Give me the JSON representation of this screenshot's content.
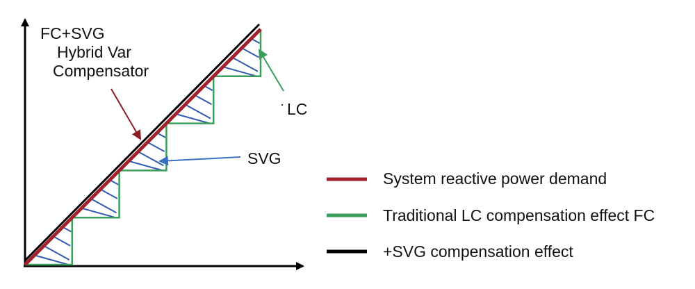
{
  "annotations": {
    "hybrid_line1": "FC+SVG",
    "hybrid_line2": "Hybrid Var",
    "hybrid_line3": "Compensator",
    "lc": "LC",
    "svg": "SVG"
  },
  "legend": [
    {
      "label": "System reactive power demand",
      "color": "#a0222c"
    },
    {
      "label": "Traditional LC compensation effect FC",
      "color": "#3a9d5c"
    },
    {
      "label": "+SVG compensation effect",
      "color": "#000000"
    }
  ],
  "colors": {
    "demand": "#a0222c",
    "lc": "#3a9d5c",
    "svg_total": "#000000",
    "svg_hatch": "#2e5bb0",
    "svg_arrow": "#3a6fc4",
    "lc_arrow": "#3a9d5c",
    "hybrid_arrow": "#8a1c26"
  }
}
